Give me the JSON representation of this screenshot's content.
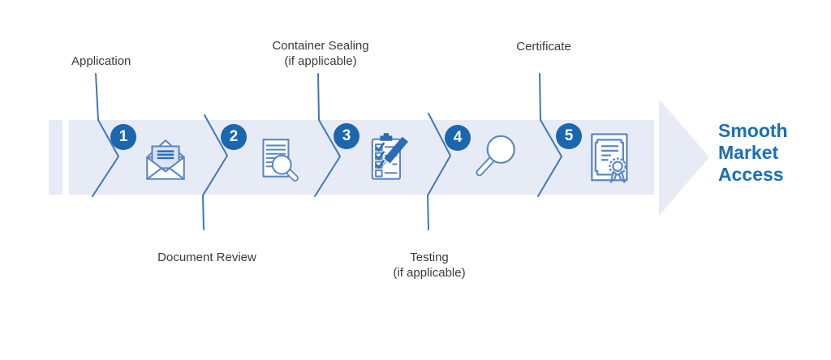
{
  "diagram": {
    "outcome": {
      "lines": [
        "Smooth",
        "Market",
        "Access"
      ]
    },
    "steps": [
      {
        "number": "1",
        "label": "Application",
        "note": "",
        "label_position": "top",
        "icon": "envelope-icon"
      },
      {
        "number": "2",
        "label": "Document Review",
        "note": "",
        "label_position": "bottom",
        "icon": "document-magnifier-icon"
      },
      {
        "number": "3",
        "label": "Container Sealing",
        "note": "(if applicable)",
        "label_position": "top",
        "icon": "checklist-pencil-icon"
      },
      {
        "number": "4",
        "label": "Testing",
        "note": "(if applicable)",
        "label_position": "bottom",
        "icon": "magnifier-icon"
      },
      {
        "number": "5",
        "label": "Certificate",
        "note": "",
        "label_position": "top",
        "icon": "certificate-icon"
      }
    ],
    "colors": {
      "band": "#e7ebf6",
      "accent": "#1b66ae",
      "line": "#3e78ba",
      "icon-stroke": "#5b87c5",
      "icon-fill-solid": "#2a6db5",
      "icon-fill-light": "#d9e4f4",
      "title-text": "#1a6fb7",
      "label-text": "#3a3a3a"
    }
  }
}
